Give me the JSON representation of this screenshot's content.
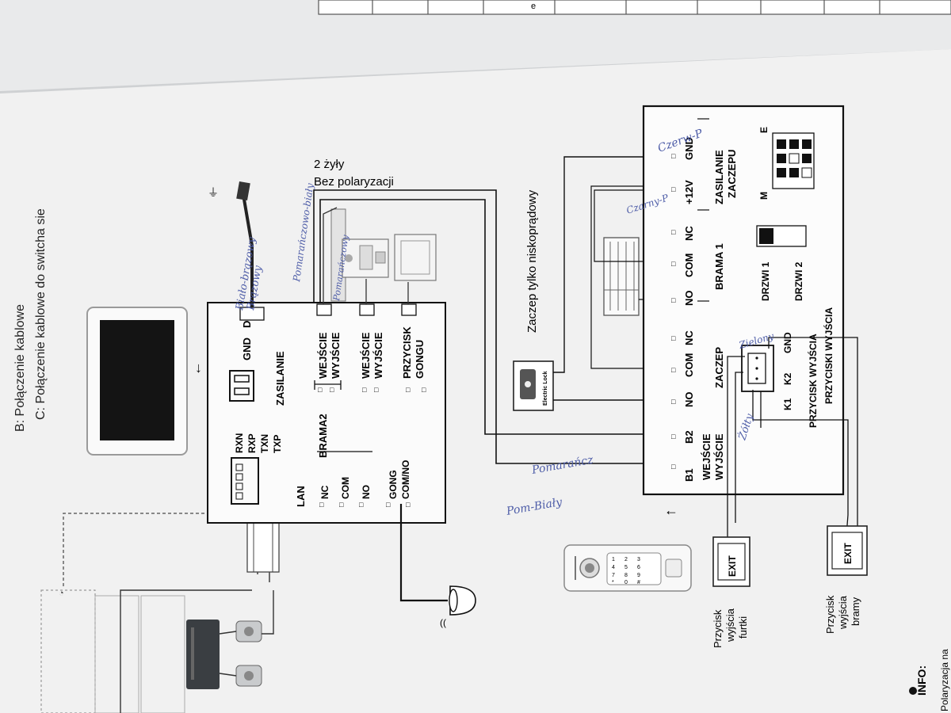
{
  "header": {
    "line_b": "B: Połączenie kablowe",
    "line_c": "C: Połączenie kablowe do switcha sie",
    "top_right_fragment": "e"
  },
  "monitor": {
    "power": {
      "gnd": "GND",
      "dc": "DC+",
      "label": "ZASILANIE"
    },
    "input1": {
      "in": "WEJŚCIE",
      "out": "WYJŚCIE"
    },
    "input2": {
      "in": "WEJŚCIE",
      "out": "WYJŚCIE"
    },
    "bell_button": {
      "line1": "PRZYCISK",
      "line2": "GONGU"
    },
    "lan": {
      "pins": [
        "RXN",
        "RXP",
        "TXN",
        "TXP"
      ],
      "label": "LAN"
    },
    "gate2": {
      "label": "BRAMA2",
      "terminals": [
        "NC",
        "COM",
        "NO"
      ]
    },
    "gong": {
      "line1": "GONG",
      "line2": "COM/NO"
    }
  },
  "annotations": {
    "two_wires": "2 żyły",
    "no_polarity": "Bez polaryzacji",
    "low_current_lock": "Zaczep tylko niskoprądowy",
    "electric_lock": "Electric Lock"
  },
  "controller": {
    "b_terminals": [
      "B1",
      "B2"
    ],
    "in_out": {
      "in": "WEJŚCIE",
      "out": "WYJŚCIE"
    },
    "lock": {
      "terminals": [
        "NO",
        "COM",
        "NC"
      ],
      "label": "ZACZEP"
    },
    "gate1": {
      "terminals": [
        "NO",
        "COM",
        "NC"
      ],
      "label": "BRAMA 1"
    },
    "lock_power": {
      "terminals": [
        "+12V",
        "GND"
      ],
      "label1": "ZASILANIE",
      "label2": "ZACZEPU"
    },
    "exit_terminals": [
      "K1",
      "K2",
      "GND"
    ],
    "exit_label": "PRZYCISK WYJŚCIA",
    "exit_label_wrapped": "PRZYCISKI WYJŚCIA",
    "dip": {
      "m": "M",
      "e": "E"
    },
    "door_switch": {
      "door1": "DRZWI 1",
      "door2": "DRZWI 2"
    }
  },
  "exit_buttons": {
    "key_label": "EXIT",
    "wicket": [
      "Przycisk",
      "wyjścia",
      "furtki"
    ],
    "gate": [
      "Przycisk",
      "wyjścia",
      "bramy"
    ]
  },
  "keypad_keys": [
    "1",
    "2",
    "3",
    "4",
    "5",
    "6",
    "7",
    "8",
    "9",
    "*",
    "0",
    "#"
  ],
  "footer": {
    "info": "INFO:",
    "cut_text": "Polaryzacja na"
  },
  "handwriting": {
    "white_brown": "Biało-brązowy",
    "brown": "Brązowy",
    "orange_white": "Pomarańczowy",
    "orange_white2": "Pomarańczowo-biały",
    "orange": "Pomarańcz",
    "orange_white3": "Pom-Biały",
    "red": "Czerw-P",
    "black": "Czarny-P",
    "green": "Zielony",
    "yellow": "Żółty"
  }
}
